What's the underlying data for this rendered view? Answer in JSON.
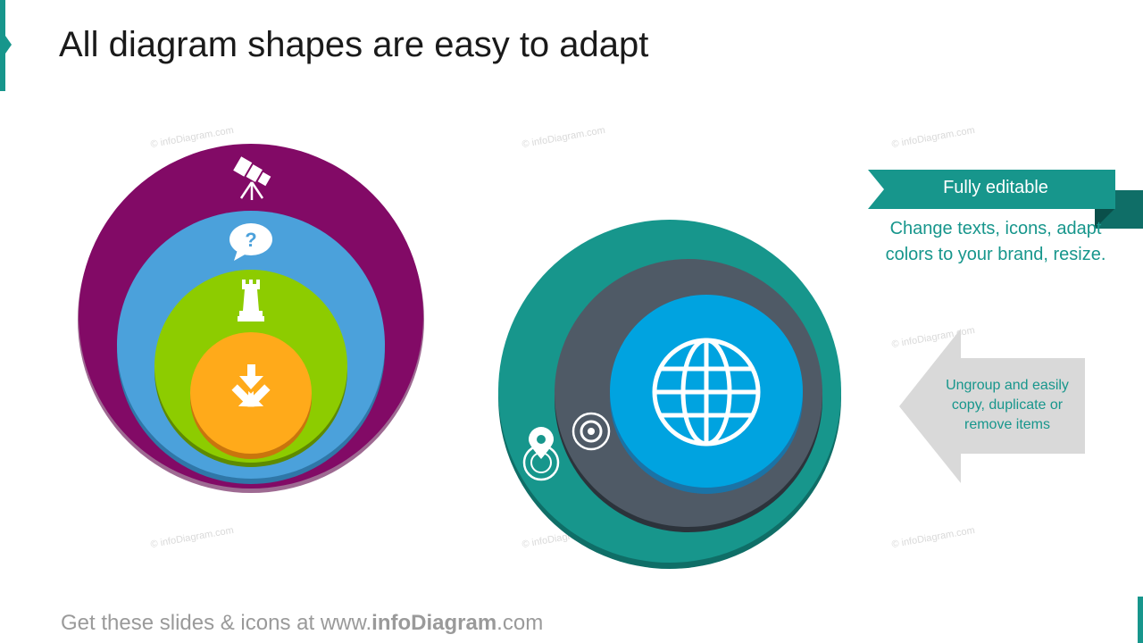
{
  "title": "All diagram shapes are easy to adapt",
  "watermark": "© infoDiagram.com",
  "footer": {
    "prefix": "Get these slides & icons at www.",
    "brand": "infoDiagram",
    "suffix": ".com"
  },
  "callout": {
    "ribbon_label": "Fully editable",
    "description": "Change texts, icons, adapt colors to your brand, resize."
  },
  "arrow_note": "Ungroup and easily copy, duplicate or remove items",
  "left_diagram": {
    "levels": [
      {
        "color": "#820A66",
        "icon": "telescope-icon"
      },
      {
        "color": "#4BA1DB",
        "icon": "question-bubble-icon"
      },
      {
        "color": "#8DCC00",
        "icon": "chess-rook-icon"
      },
      {
        "color": "#FFAA1A",
        "icon": "converge-arrows-icon"
      }
    ]
  },
  "right_diagram": {
    "levels": [
      {
        "color": "#17968C",
        "icon": "location-pin-icon"
      },
      {
        "color": "#4F5A66",
        "icon": "target-icon"
      },
      {
        "color": "#00A3E0",
        "icon": "globe-icon"
      }
    ]
  }
}
